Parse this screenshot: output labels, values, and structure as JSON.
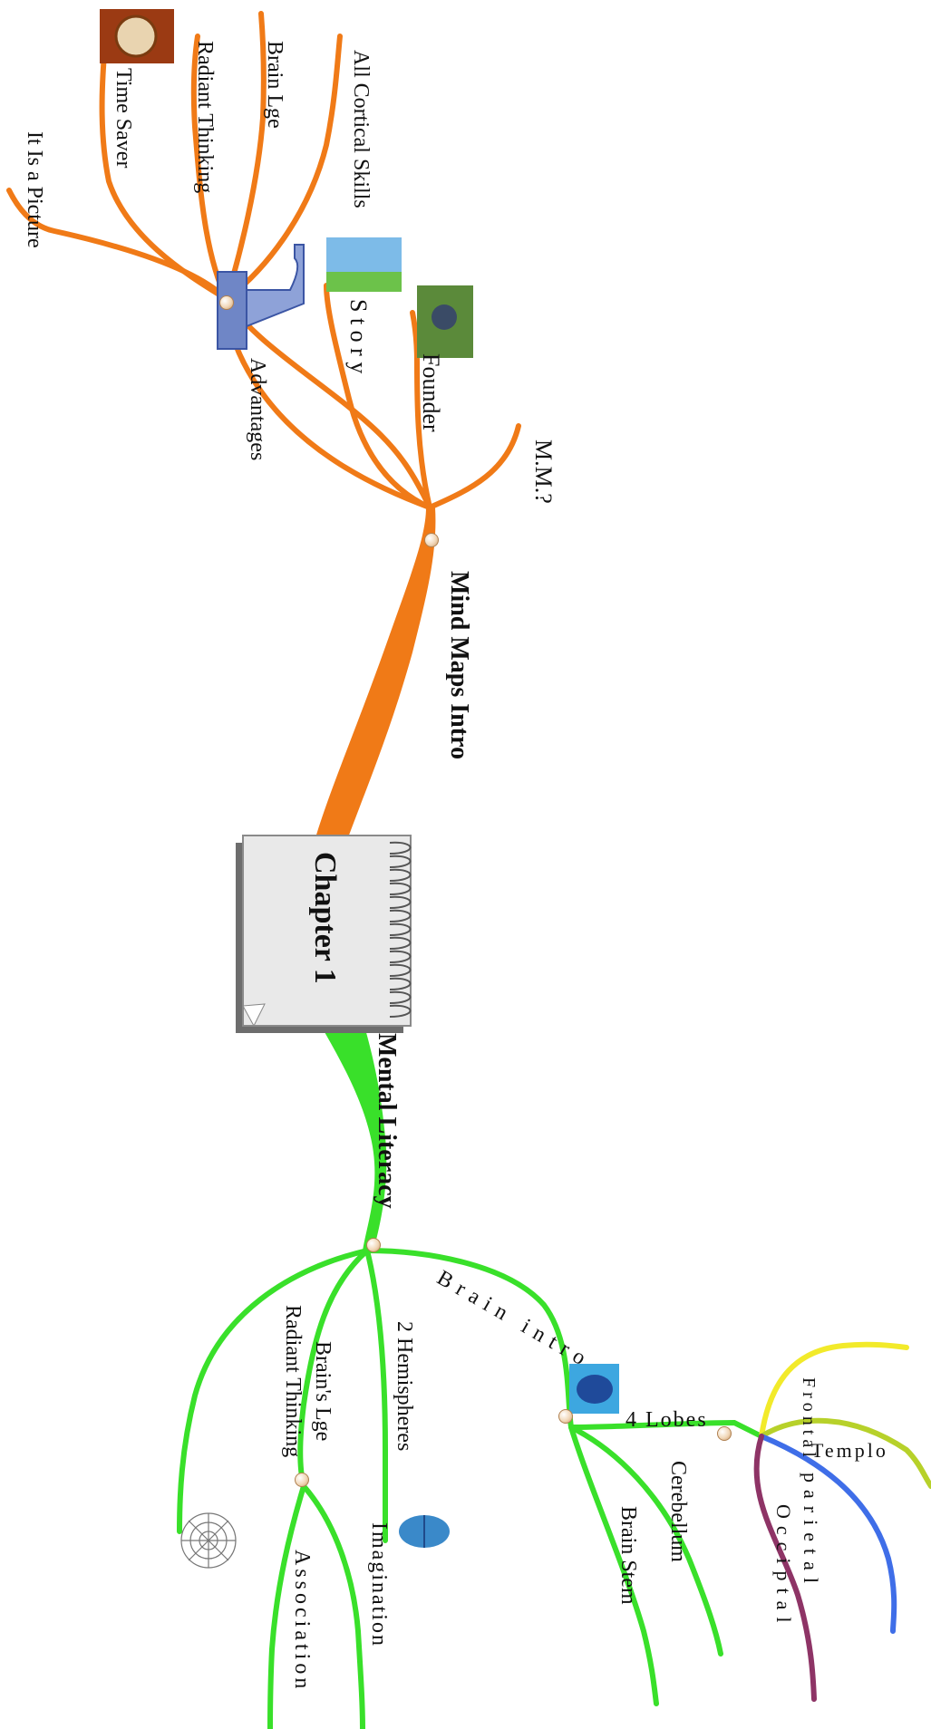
{
  "central": {
    "title": "Chapter 1"
  },
  "branches": {
    "mind_maps": {
      "label": "Mind Maps Intro",
      "color": "#f07a17",
      "sub": {
        "advantages": "Advantages",
        "adv_items": [
          "It Is a Picture",
          "Time Saver",
          "Radiant Thinking",
          "Brain Lge",
          "All Cortical Skills"
        ],
        "story": "S t o r y",
        "founder": "Founder",
        "mm": "M.M.?"
      }
    },
    "mental_literacy": {
      "label": "Mental Literacy",
      "color": "#39e02a",
      "sub": {
        "brain_intro": "Brain intro",
        "four_lobes": "4 Lobes",
        "lobes": [
          "Frontal",
          "Templo",
          "parietal",
          "Occiptal"
        ],
        "cerebellum": "Cerebellum",
        "brain_stem": "Brain Stem",
        "hemispheres": "2 Hemispheres",
        "brains_lge": "Brain's Lge",
        "imagination": "Imagination",
        "association": "Association",
        "radiant": "Radiant Thinking"
      }
    }
  },
  "lobe_colors": {
    "frontal": "#f2ea2a",
    "templo": "#b7d12a",
    "parietal": "#3f6ee8",
    "occiptal": "#8e3466"
  }
}
